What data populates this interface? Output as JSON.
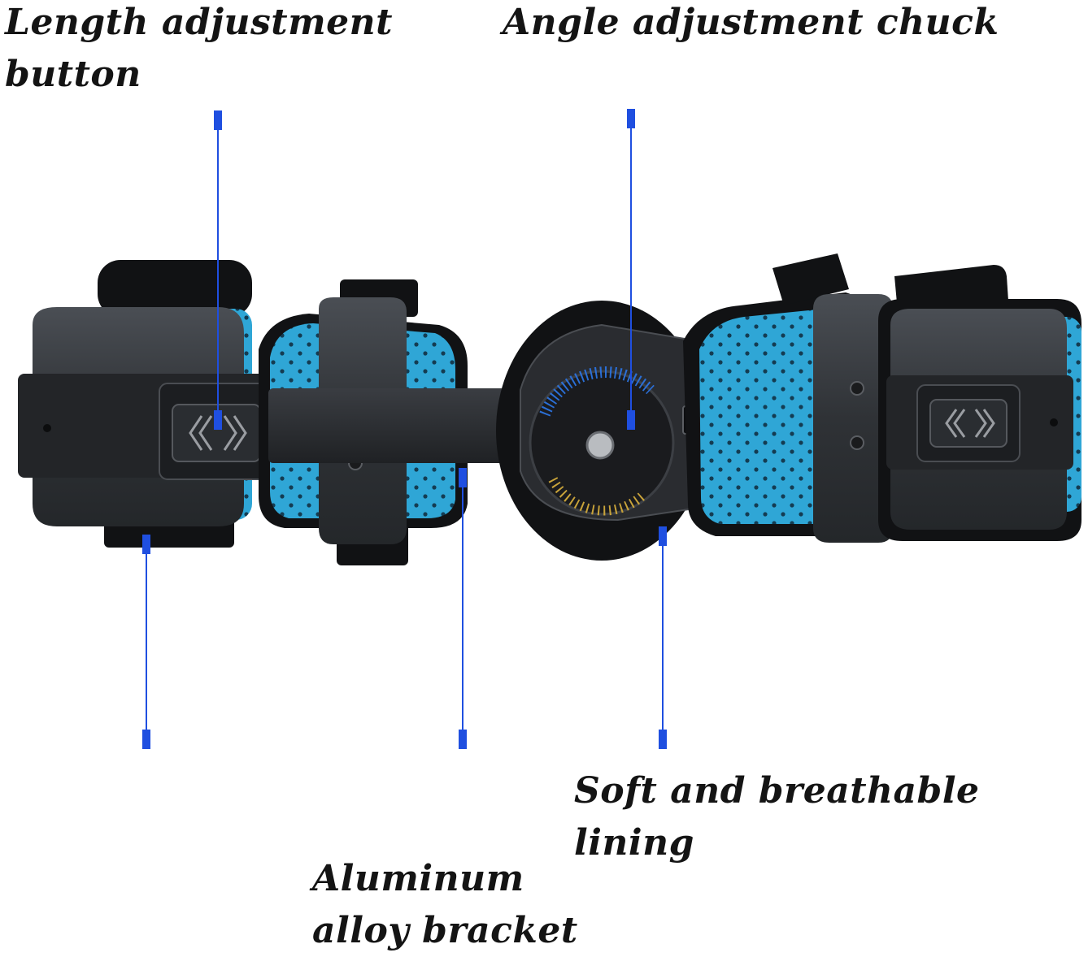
{
  "labels": {
    "length_button": {
      "line1": "Length adjustment",
      "line2": "button"
    },
    "angle_chuck": {
      "line1": "Angle adjustment chuck"
    },
    "soft_lining": {
      "line1": "Soft and breathable",
      "line2": "lining"
    },
    "aluminum_bracket": {
      "line1": "Aluminum",
      "line2": "alloy bracket"
    }
  },
  "colors": {
    "leader_line": "#1f4fe0",
    "shell_dark": "#2f3236",
    "strap_black": "#111214",
    "lining_blue": "#2fa6d6",
    "dial_blue": "#2b6fd6",
    "dial_gold": "#c8a33a"
  },
  "icons": [
    "length-adjust-chevrons-icon",
    "screw-icon",
    "angle-dial-icon"
  ]
}
